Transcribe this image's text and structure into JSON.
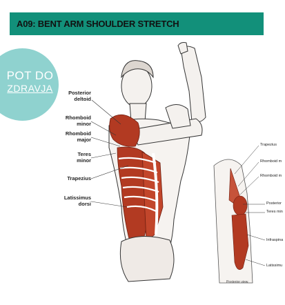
{
  "banner": {
    "title": "A09: BENT ARM SHOULDER STRETCH"
  },
  "logo": {
    "line1": "POT DO",
    "line2": "ZDRAVJA"
  },
  "main_labels": {
    "posterior_deltoid": "Posterior\ndeltoid",
    "rhomboid_minor": "Rhomboid\nminor",
    "rhomboid_major": "Rhomboid\nmajor",
    "teres_minor": "Teres\nminor",
    "trapezius": "Trapezius",
    "latissimus_dorsi": "Latissimus\ndorsi"
  },
  "inset_labels": {
    "trapezius": "Trapezius",
    "rhomboid_minor": "Rhomboid m",
    "rhomboid_major": "Rhomboid m",
    "posterior": "Posterior",
    "teres_minor": "Teres min",
    "infraspinatus": "Infraspina",
    "latissimus": "Latissimu"
  },
  "inset_caption": "Posterior view.",
  "colors": {
    "banner": "#12907a",
    "logo": "#8fd2cf",
    "muscle": "#b23a22"
  }
}
